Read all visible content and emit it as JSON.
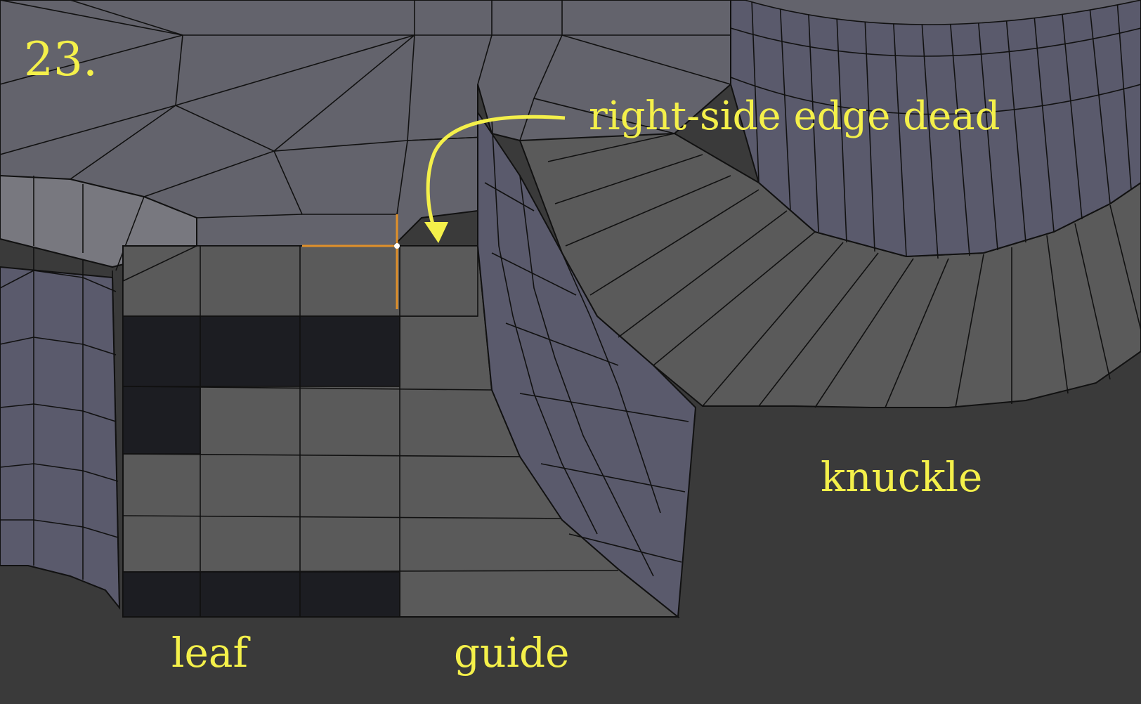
{
  "step_number": "23.",
  "callout": {
    "text": "right-side edge dead"
  },
  "labels": {
    "leaf": "leaf",
    "guide": "guide",
    "knuckle": "knuckle"
  },
  "colors": {
    "background": "#3a3a3a",
    "annotation": "#f4f04a",
    "face_grey": "#5a5a5a",
    "face_top": "#63636c",
    "face_side": "#5a5a6c",
    "face_selected": "#1c1d22",
    "edge": "#111111",
    "highlight_edge": "#e0902a"
  }
}
